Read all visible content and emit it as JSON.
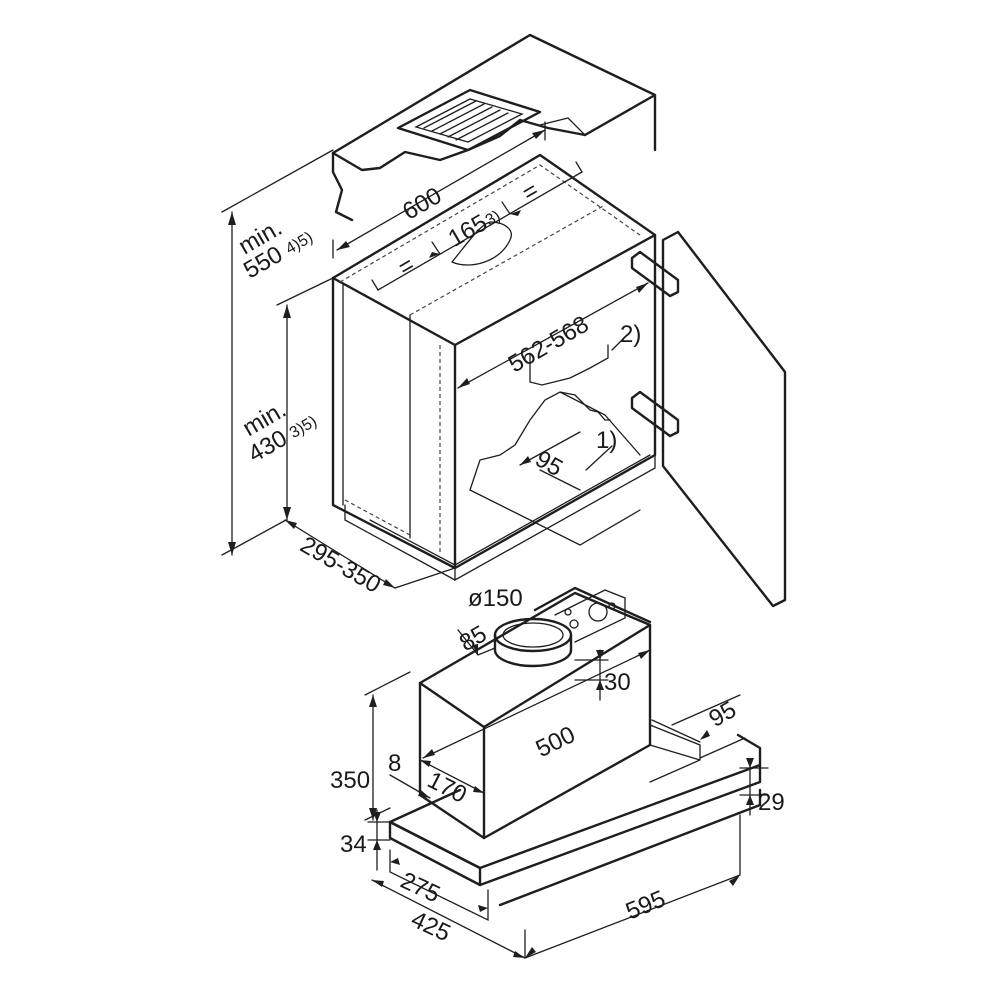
{
  "cabinet": {
    "width": "600",
    "cutout_pos": "165",
    "cutout_pos_note": "3)",
    "equal_left": "=",
    "equal_right": "=",
    "min_height_top_line1": "min.",
    "min_height_top_line2": "550",
    "min_height_top_note": "4)5)",
    "min_height_inner_line1": "min.",
    "min_height_inner_line2": "430",
    "min_height_inner_note": "3)5)",
    "inner_width": "562-568",
    "depth_range": "295-350",
    "bottom_offset": "95",
    "callout_1": "1)",
    "callout_2": "2)"
  },
  "hood": {
    "duct_diameter": "ø150",
    "duct_offset": "85",
    "duct_height": "30",
    "body_width": "500",
    "front_depth": "95",
    "total_height": "350",
    "side_offset": "8",
    "body_depth": "170",
    "front_thickness": "29",
    "panel_thickness": "34",
    "depth_inner": "275",
    "depth_total": "425",
    "total_width": "595"
  }
}
